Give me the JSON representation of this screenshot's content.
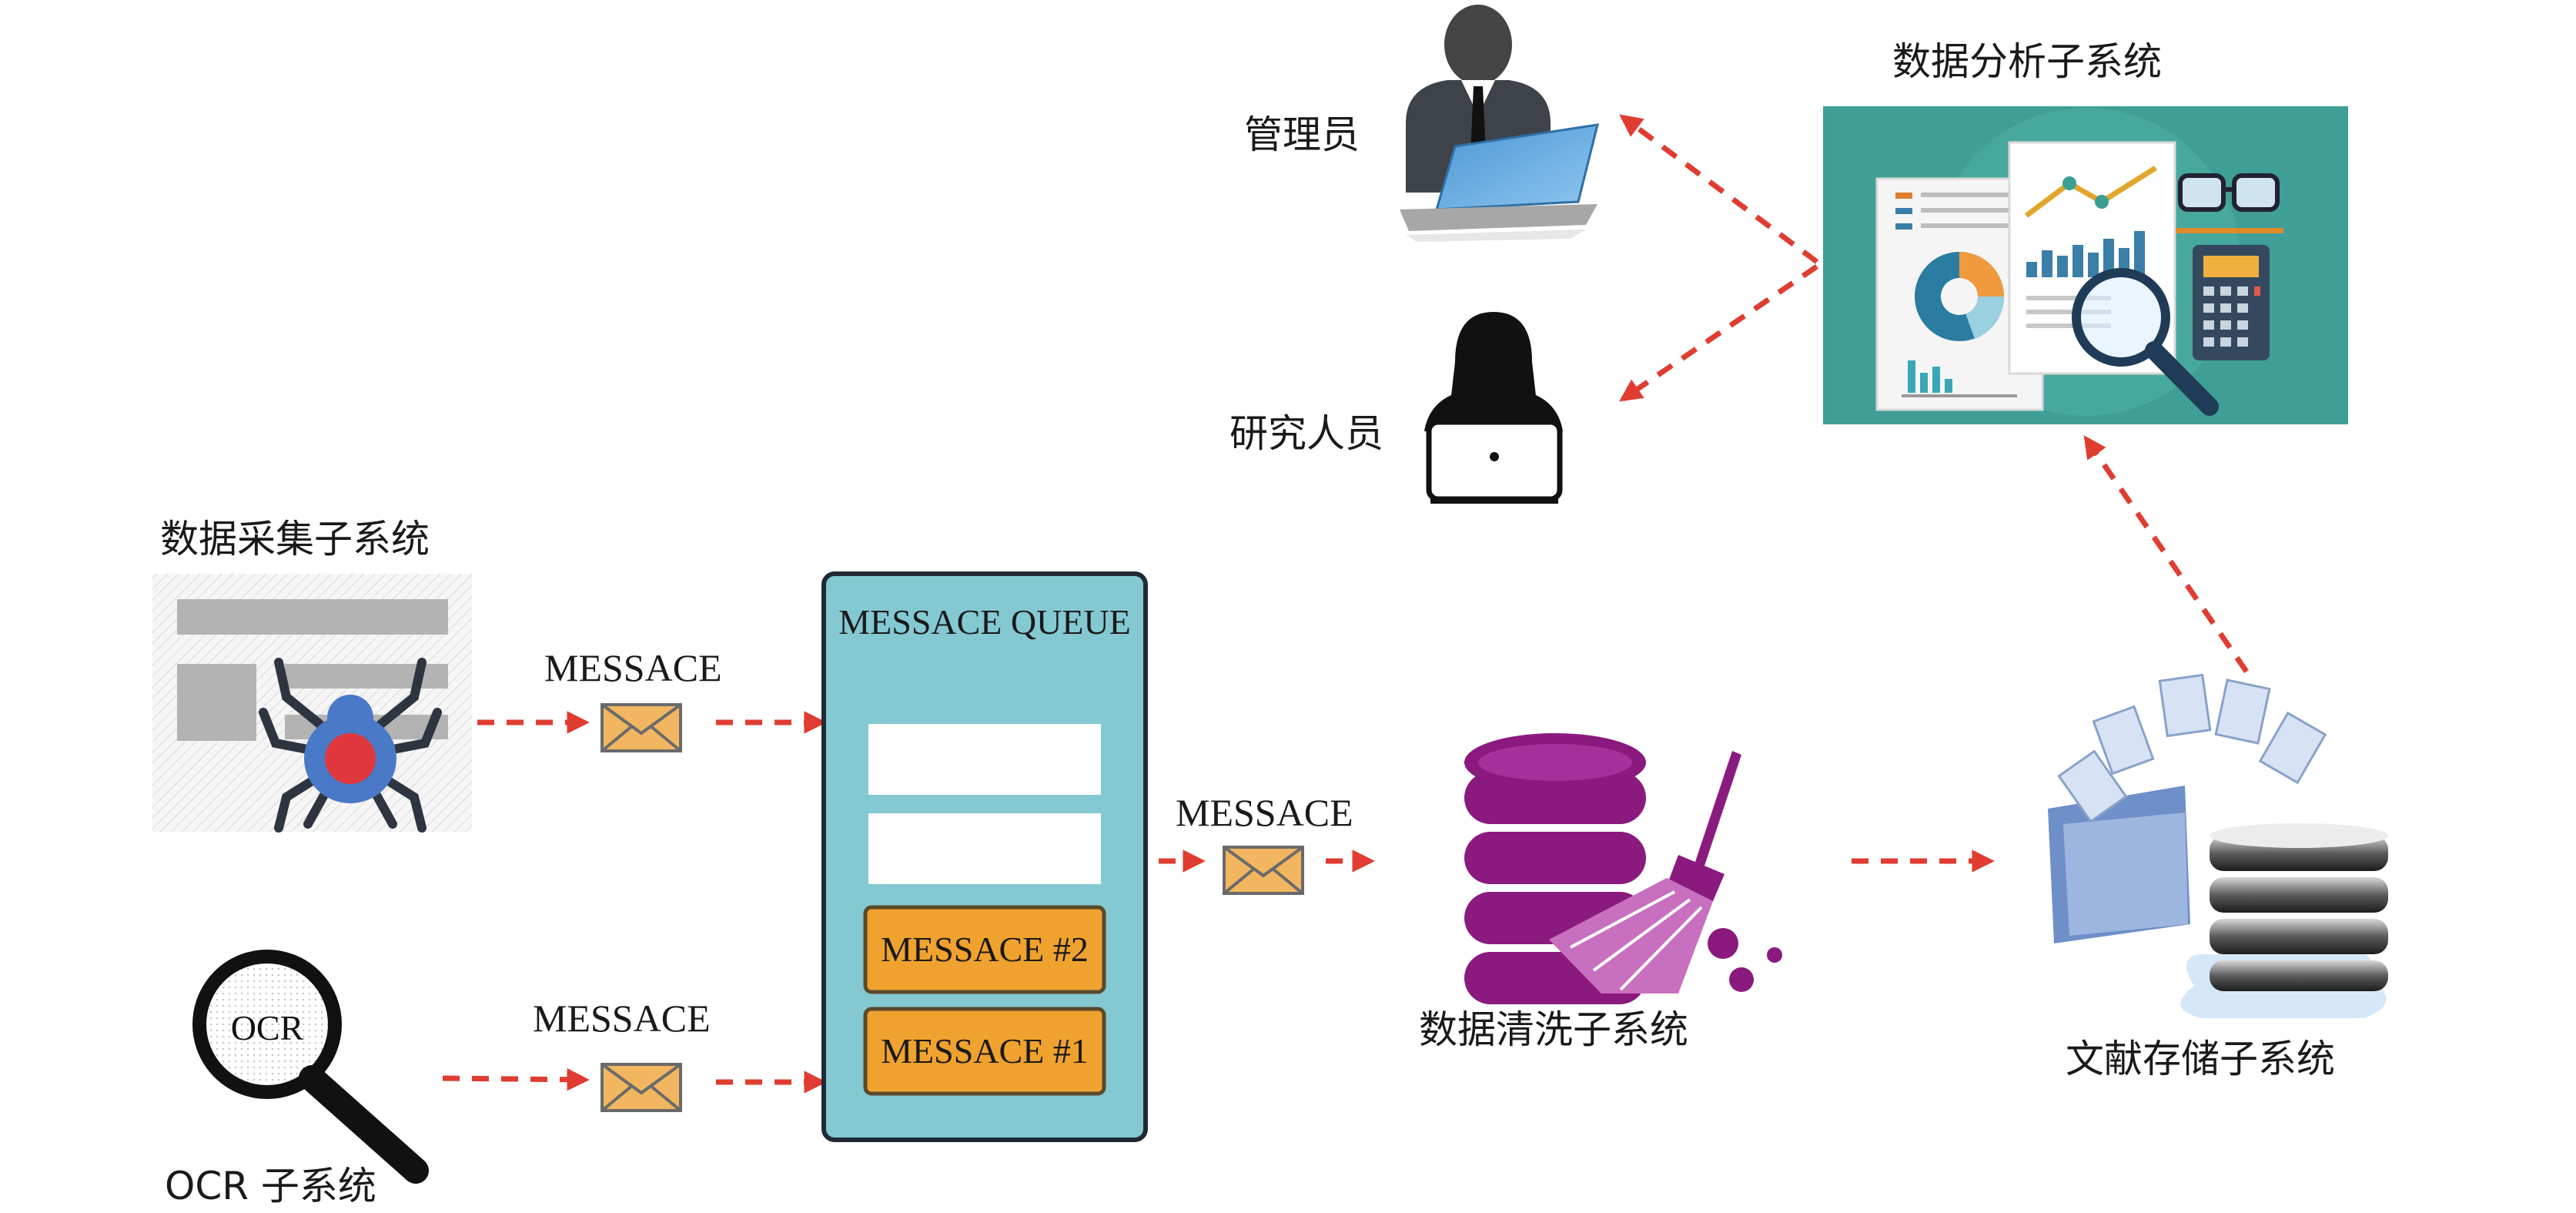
{
  "subsystems": {
    "analysis": "数据分析子系统",
    "collection": "数据采集子系统",
    "ocr": "OCR 子系统",
    "cleaning": "数据清洗子系统",
    "storage": "文献存储子系统"
  },
  "users": {
    "admin": "管理员",
    "researcher": "研究人员"
  },
  "queue": {
    "title": "MESSACE QUEUE",
    "items": [
      "MESSACE #2",
      "MESSACE #1"
    ]
  },
  "messages": {
    "from_collection": "MESSACE",
    "from_ocr": "MESSACE",
    "to_cleaning": "MESSACE"
  },
  "ocr_lens_text": "OCR",
  "colors": {
    "arrow": "#e03c31",
    "queue_fill": "#84c9d2",
    "message_item": "#f0a22e",
    "envelope": "#f2b660",
    "analysis_bg": "#3f9e95",
    "database": "#8b1a7e"
  }
}
